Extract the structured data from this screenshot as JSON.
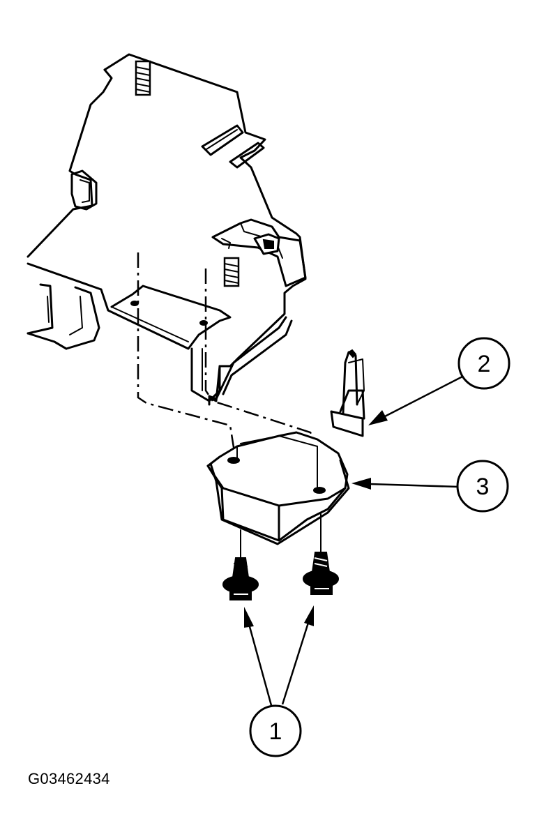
{
  "figure": {
    "id": "G03462434"
  },
  "callouts": [
    {
      "number": "1",
      "part": "screws"
    },
    {
      "number": "2",
      "part": "electrical-connector"
    },
    {
      "number": "3",
      "part": "module"
    }
  ],
  "colors": {
    "ink": "#000000",
    "background": "#ffffff"
  }
}
